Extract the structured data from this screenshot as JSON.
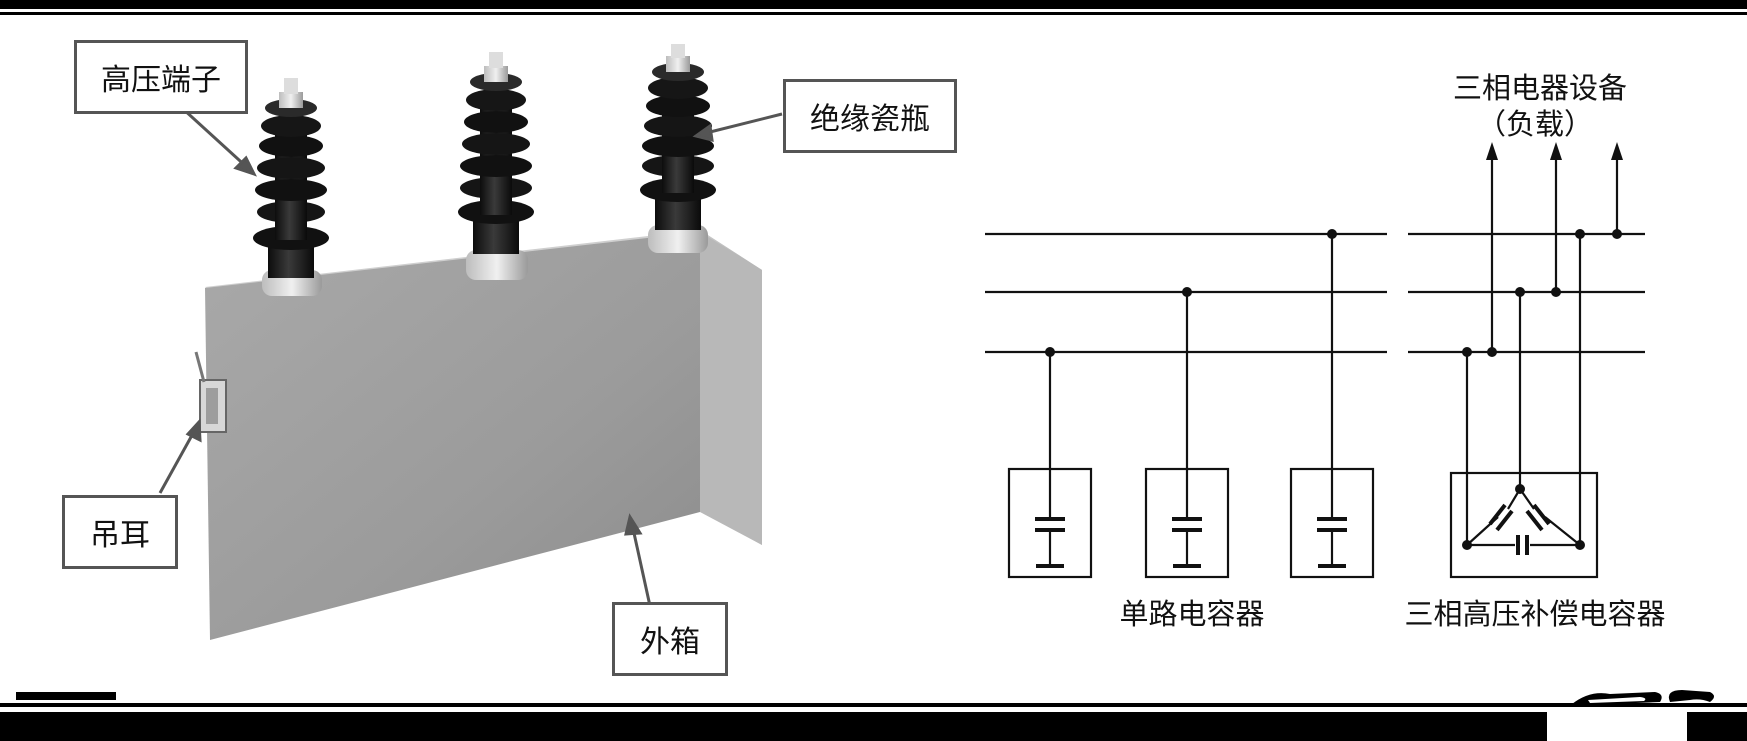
{
  "photo_labels": {
    "terminal": "高压端子",
    "insulator": "绝缘瓷瓶",
    "lug": "吊耳",
    "box": "外箱"
  },
  "diagram_labels": {
    "load_line1": "三相电器设备",
    "load_line2": "（负载）",
    "single": "单路电容器",
    "three_phase": "三相高压补偿电容器"
  }
}
